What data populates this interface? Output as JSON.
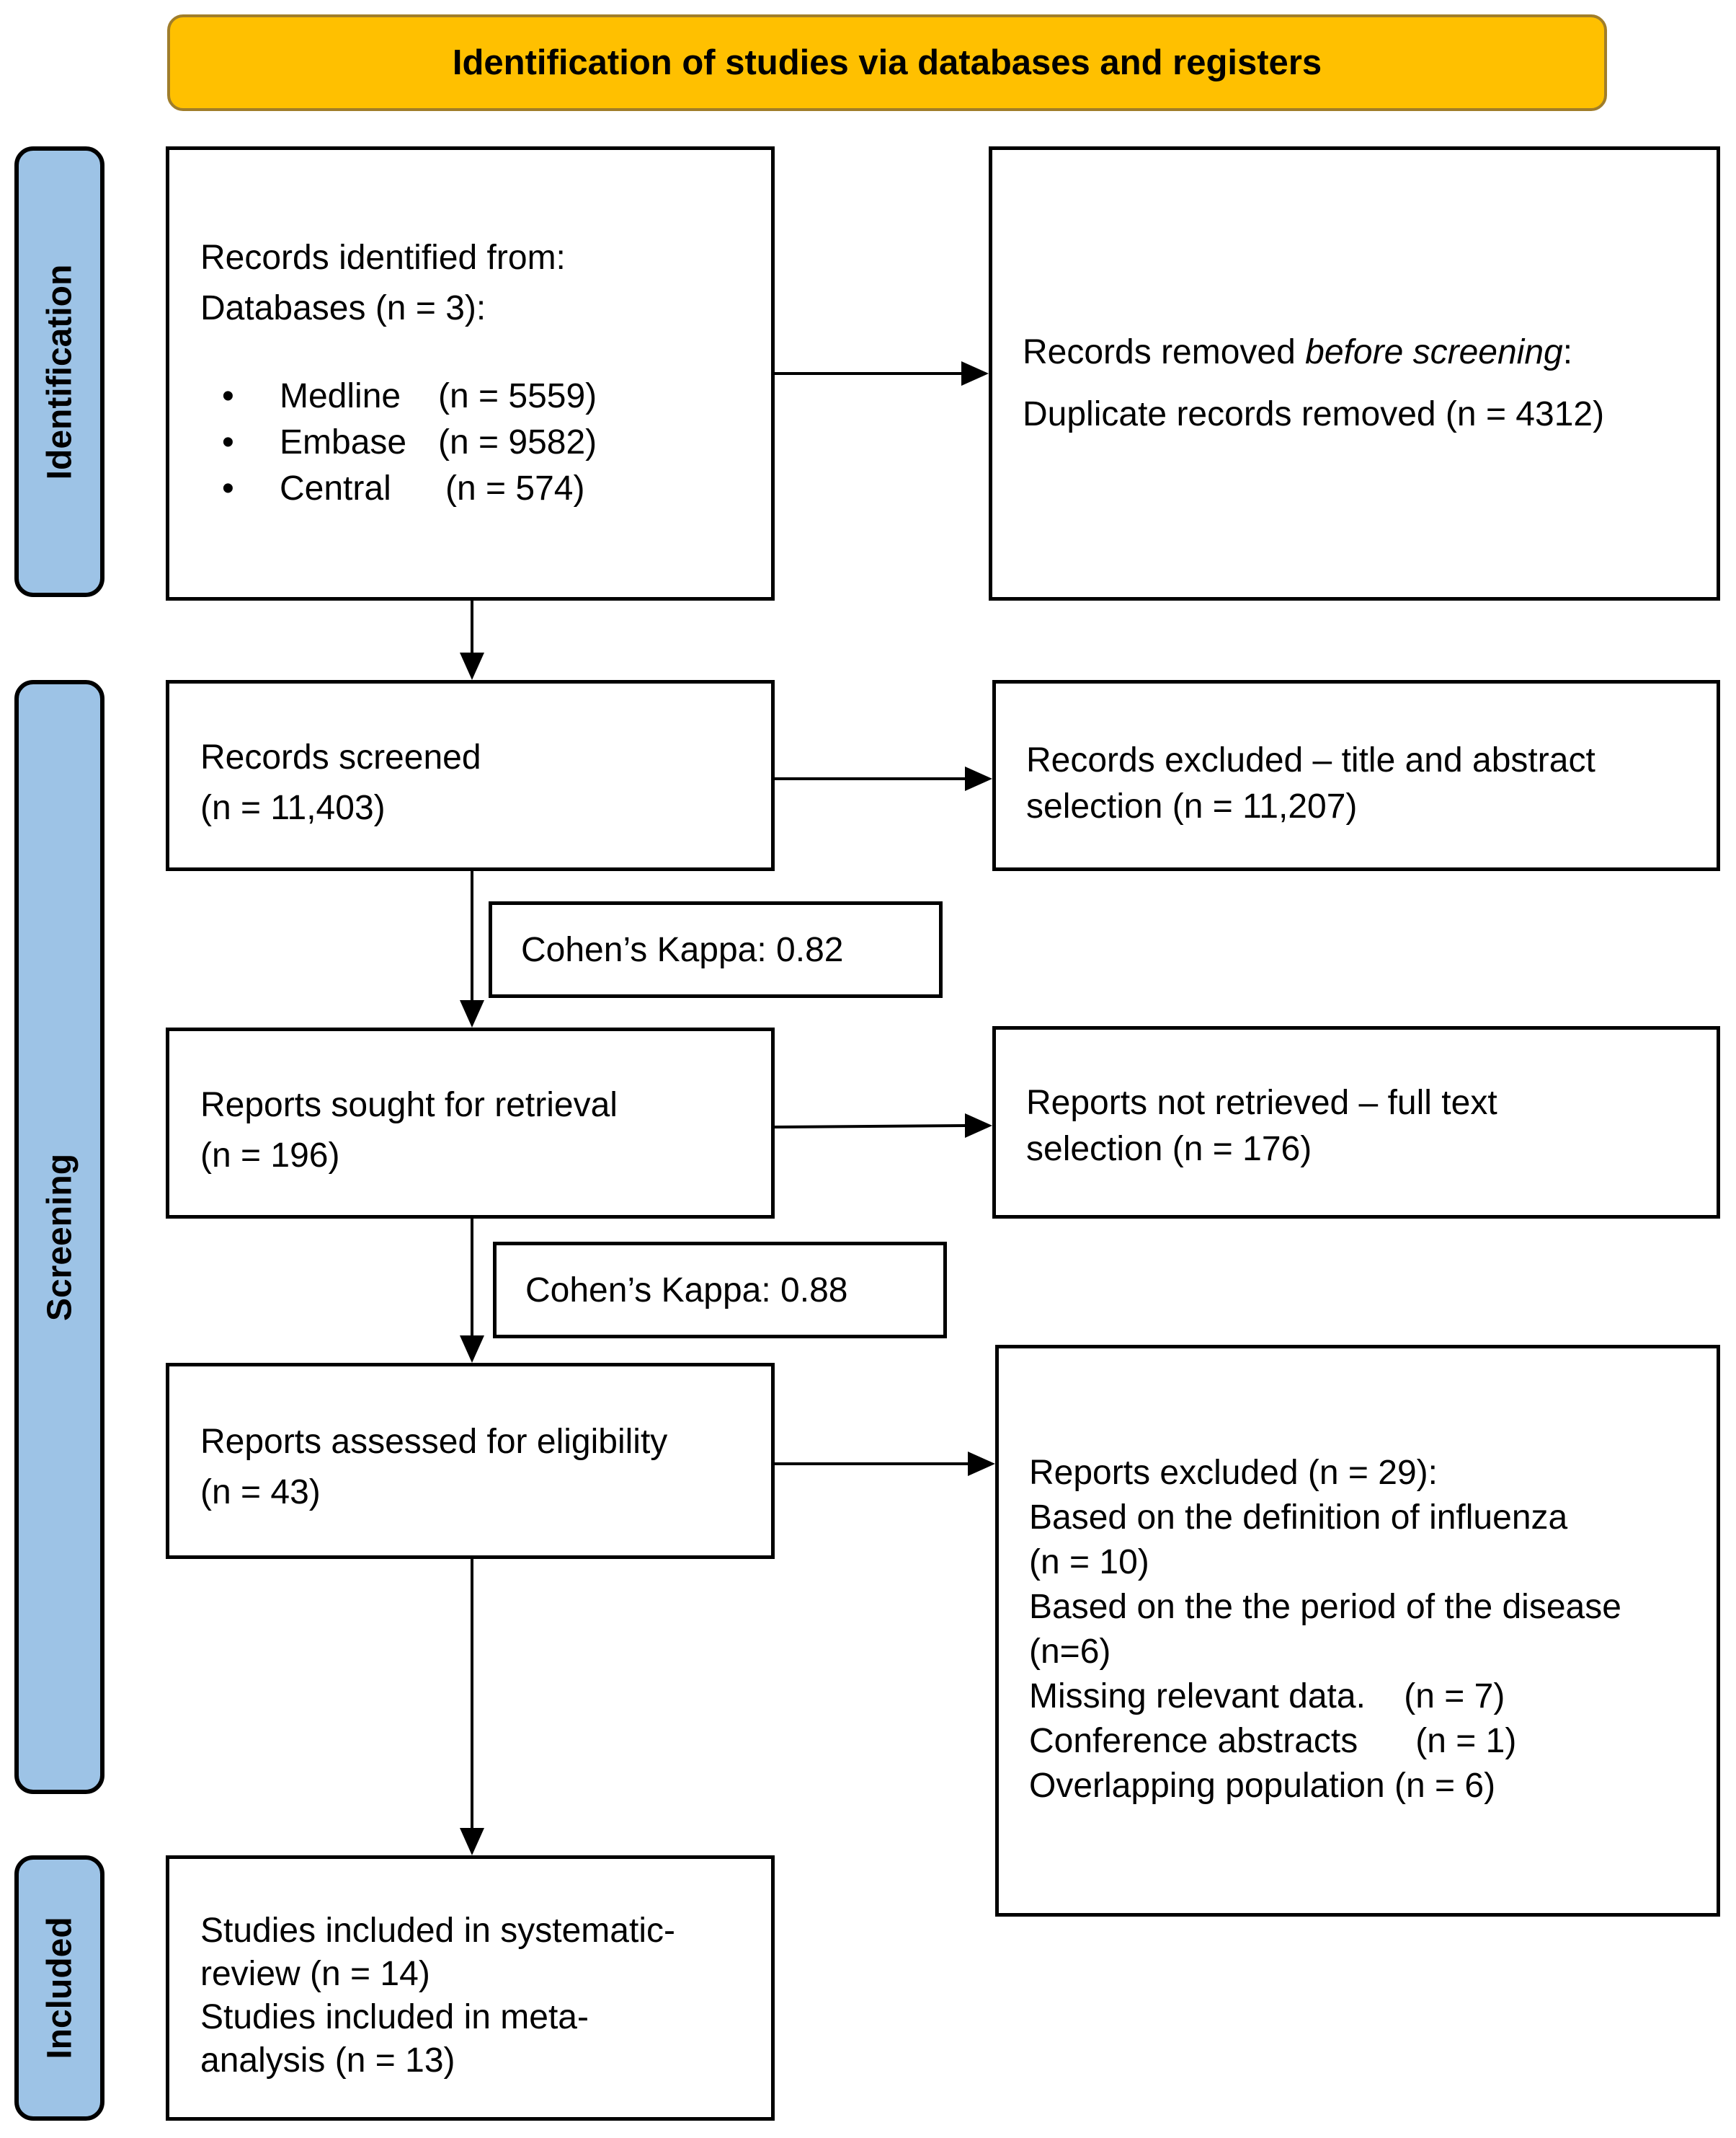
{
  "header": {
    "title": "Identification of studies via databases and registers"
  },
  "phases": {
    "identification": "Identification",
    "screening": "Screening",
    "included": "Included"
  },
  "identification": {
    "records_line1": "Records identified from:",
    "records_line2": "Databases (n = 3):",
    "databases": [
      {
        "name": "Medline",
        "count": "(n = 5559)"
      },
      {
        "name": "Embase",
        "count": "(n = 9582)"
      },
      {
        "name": "Central",
        "count": "(n = 574)"
      }
    ],
    "removed_prefix": "Records removed ",
    "removed_italic": "before screening",
    "removed_suffix": ":",
    "duplicates": "Duplicate records removed (n = 4312)"
  },
  "screening": {
    "screened_line1": "Records screened",
    "screened_line2": "(n = 11,403)",
    "excluded_line1": "Records excluded – title and abstract",
    "excluded_line2": "selection (n = 11,207)",
    "kappa1": "Cohen’s Kappa: 0.82",
    "sought_line1": "Reports sought for retrieval",
    "sought_line2": "(n = 196)",
    "not_retrieved_line1": "Reports not retrieved – full text",
    "not_retrieved_line2": "selection (n = 176)",
    "kappa2": "Cohen’s Kappa: 0.88",
    "assessed_line1": "Reports assessed for eligibility",
    "assessed_line2": "(n = 43)",
    "reports_excluded": [
      "Reports excluded (n = 29):",
      "Based on the definition of  influenza",
      "(n = 10)",
      "Based on the the period of the disease",
      "(n=6)",
      "Missing relevant data.    (n = 7)",
      "Conference abstracts      (n = 1)",
      "Overlapping population (n = 6)"
    ]
  },
  "included": {
    "lines": [
      "Studies included in systematic-",
      "review (n = 14)",
      "Studies included in meta-",
      "analysis (n = 13)"
    ]
  }
}
